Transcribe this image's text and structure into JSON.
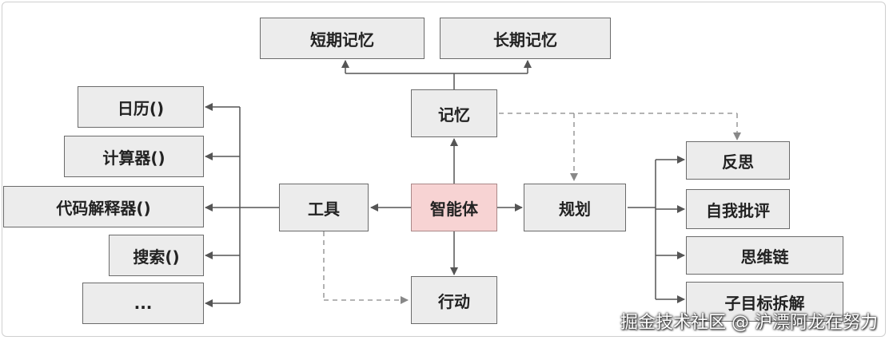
{
  "diagram": {
    "center": "智能体",
    "memory": "记忆",
    "short_term_memory": "短期记忆",
    "long_term_memory": "长期记忆",
    "tools": "工具",
    "planning": "规划",
    "action": "行动",
    "tool_items": [
      "日历()",
      "计算器()",
      "代码解释器()",
      "搜索()",
      "..."
    ],
    "planning_items": [
      "反思",
      "自我批评",
      "思维链",
      "子目标拆解"
    ]
  },
  "watermark": "掘金技术社区 @ 沪漂阿龙在努力",
  "colors": {
    "node_fill": "#ececec",
    "center_fill": "#f7d3d3",
    "line": "#555555",
    "dashed_line": "#888888"
  }
}
